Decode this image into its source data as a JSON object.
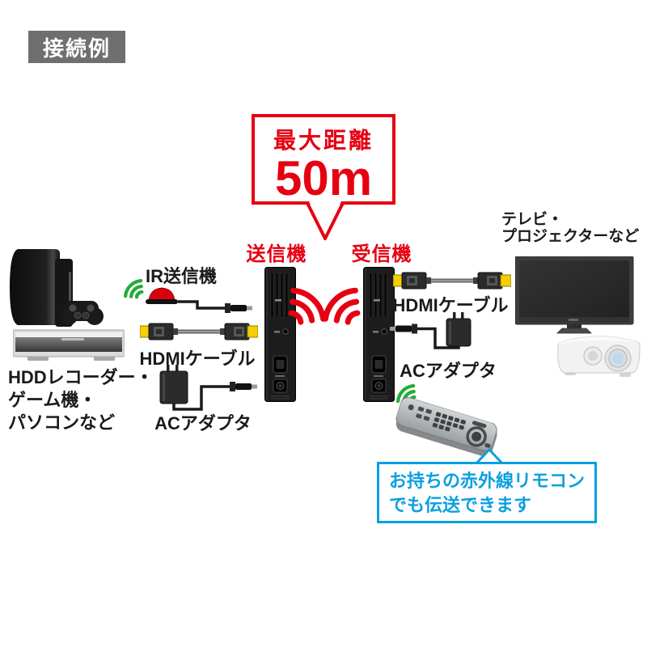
{
  "badge": {
    "label": "接続例"
  },
  "distance_callout": {
    "line1": "最大距離",
    "line2": "50m"
  },
  "transmitter": {
    "label": "送信機"
  },
  "receiver": {
    "label": "受信機"
  },
  "left_accessories": {
    "ir_label": "IR送信機",
    "hdmi_label": "HDMIケーブル",
    "ac_label": "ACアダプタ"
  },
  "right_accessories": {
    "hdmi_label": "HDMIケーブル",
    "ac_label": "ACアダプタ"
  },
  "source_group": {
    "caption_lines": [
      "HDDレコーダー・",
      "ゲーム機・",
      "パソコンなど"
    ]
  },
  "display_group": {
    "caption_lines": [
      "テレビ・",
      "プロジェクターなど"
    ]
  },
  "remote_note": {
    "lines": [
      "お持ちの赤外線リモコン",
      "でも伝送できます"
    ]
  },
  "colors": {
    "accent_red": "#e60012",
    "wireless_green": "#22ac38",
    "note_blue": "#0b9fe0",
    "badge_gray": "#6f6f6f",
    "hdmi_yellow": "#f5d000"
  },
  "icons": [
    "section-badge",
    "max-distance-callout",
    "transmitter-device",
    "receiver-device",
    "radio-waves",
    "ir-waves",
    "ir-emitter",
    "hdmi-cable",
    "ac-adapter",
    "game-console",
    "game-controller",
    "hdd-recorder",
    "tv",
    "projector",
    "remote-control"
  ]
}
